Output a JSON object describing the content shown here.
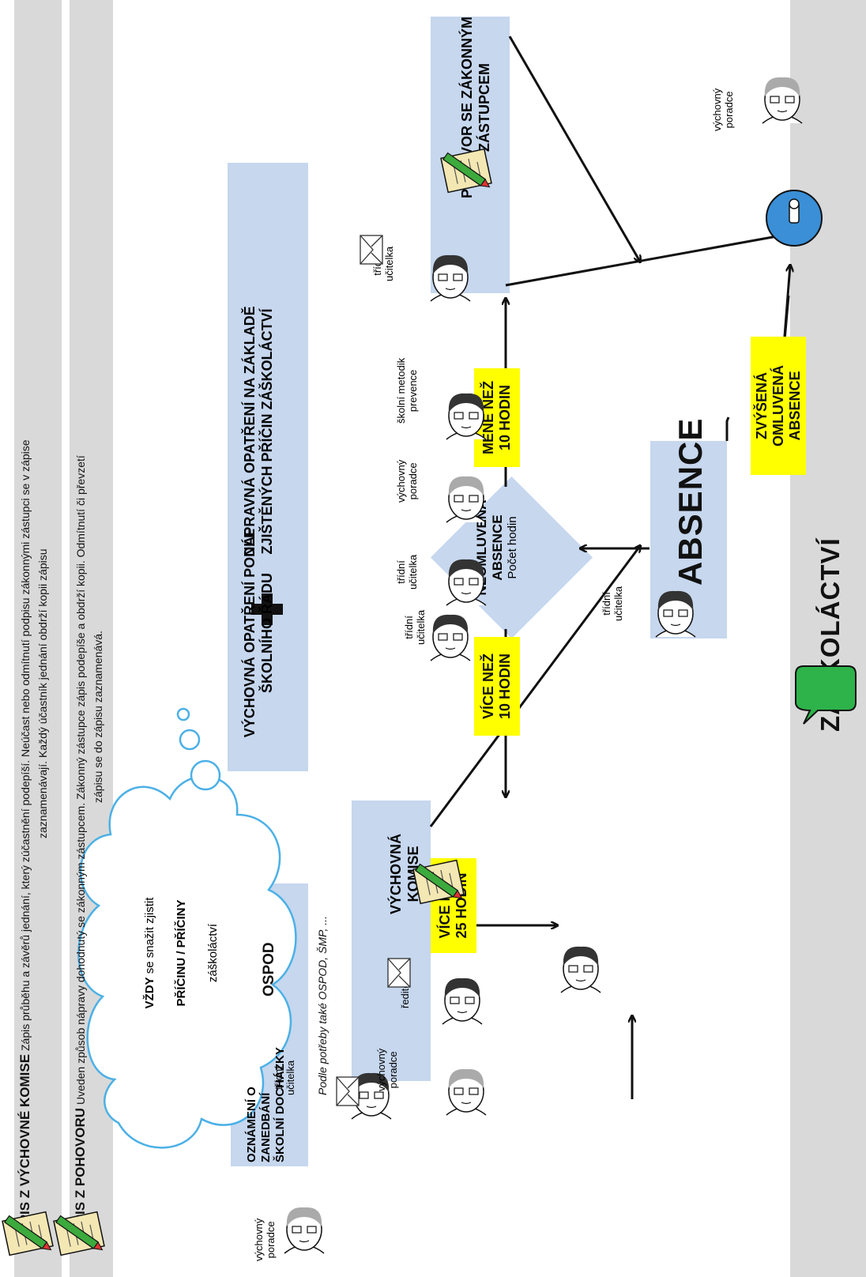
{
  "title": "ZÁŠKOLÁCTVÍ",
  "cloud": {
    "line1_bold": "VŽDY",
    "line1_rest": " se snažit zjistit",
    "line2": "PŘÍČINU / PŘÍČINY",
    "line3": "záškoláctví"
  },
  "nodes": {
    "absence": "ABSENCE",
    "neomluvena_1": "NEOMLUVENÁ",
    "neomluvena_2": "ABSENCE",
    "pocet_hodin": "Počet hodin",
    "pohovor_1": "POHOVOR SE ZÁKONNÝM",
    "pohovor_2": "ZÁSTUPCEM",
    "komise_1": "VÝCHOVNÁ",
    "komise_2": "KOMISE",
    "ospod": "OSPOD",
    "oznameni_1": "OZNÁMENÍ O",
    "oznameni_2": "ZANEDBÁNÍ",
    "oznameni_3": "ŠKOLNÍ DOCHÁZKY",
    "opatreni_1": "VÝCHOVNÁ OPATŘENÍ PODLE",
    "opatreni_2": "ŠKOLNÍHO ŘÁDU",
    "napravna_1": "NÁPRAVNÁ OPATŘENÍ NA ZÁKLADĚ",
    "napravna_2": "ZJIŠTĚNÝCH PŘÍČIN ZÁŠKOLÁCTVÍ"
  },
  "labels": {
    "zvysena_1": "ZVÝŠENÁ OMLUVENÁ",
    "zvysena_2": "ABSENCE",
    "mene_1": "MÉNĚ NEŽ",
    "mene_2": "10 HODIN",
    "vice10_1": "VÍCE NEŽ",
    "vice10_2": "10 HODIN",
    "vice25_1": "VÍCE NEŽ",
    "vice25_2": "25 HODIN"
  },
  "note_potreby": "Podle potřeby také OSPOD, ŠMP, ...",
  "people": {
    "tridni": "třídní",
    "ucitelka": "učitelka",
    "vychovny": "výchovný",
    "poradce": "poradce",
    "reditelka": "ředitelka",
    "skolni_metodik": "školní metodik",
    "prevence": "prevence"
  },
  "footer1": {
    "heading": "ZÁPIS Z POHOVORU",
    "line1": " Uveden způsob nápravy dohodnutý se zákonným zástupcem. Zákonný zástupce zápis podepíše a obdrží kopii. Odmítnutí či převzetí",
    "line2": "zápisu se do zápisu zaznamenává."
  },
  "footer2": {
    "heading": "ZÁPIS Z  VÝCHOVNÉ KOMISE",
    "line1": " Zápis průběhu a závěrů jednání, který zúčastnění podepíší. Neúčast nebo odmítnutí podpisu zákonnými zástupci se v zápise",
    "line2": "zaznamenávají. Každý účastník jednání obdrží kopii zápisu"
  },
  "icons": [
    "person-icon",
    "exclamation-icon",
    "question-icon",
    "envelope-icon",
    "document-pen-icon",
    "plus-icon"
  ],
  "colors": {
    "box": "#c6d7ee",
    "label": "#ffff00",
    "bar": "#d9d9d9",
    "info_blue": "#3a8fd6",
    "question_green": "#2db34a"
  }
}
